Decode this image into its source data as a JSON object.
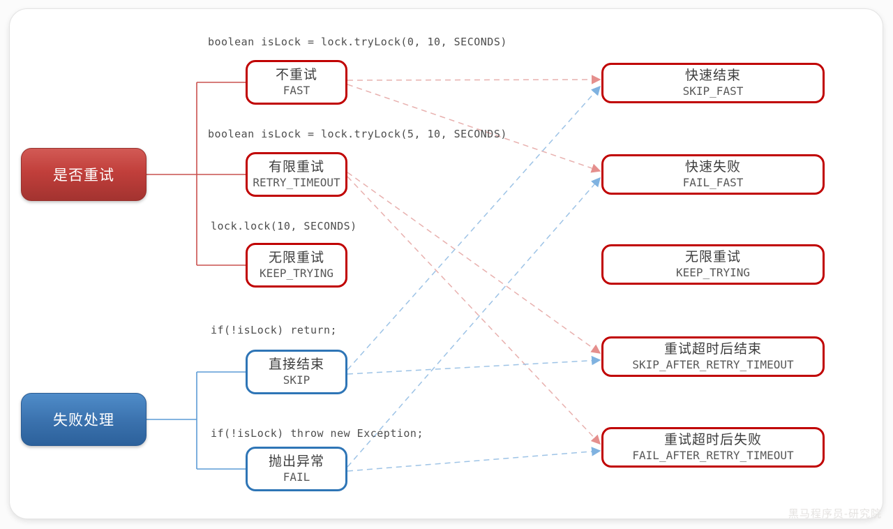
{
  "watermark": "黑马程序员-研究院",
  "colors": {
    "red_border": "#c00000",
    "blue_border": "#2e75b6",
    "red_tree_line": "#c9504e",
    "blue_tree_line": "#5b9bd5",
    "red_dashed": "#e8b0ae",
    "red_arrow": "#e58f8d",
    "blue_dashed": "#9dc3e6",
    "blue_arrow": "#7fb2e0"
  },
  "groups": [
    {
      "id": "node_retry",
      "label": "是否重试",
      "color": "red"
    },
    {
      "id": "node_fail",
      "label": "失败处理",
      "color": "blue"
    }
  ],
  "strategies": [
    {
      "id": "fast",
      "code": "boolean isLock = lock.tryLock(0, 10, SECONDS)",
      "zh": "不重试",
      "en": "FAST",
      "color": "red"
    },
    {
      "id": "retry_timeout",
      "code": "boolean isLock = lock.tryLock(5, 10, SECONDS)",
      "zh": "有限重试",
      "en": "RETRY_TIMEOUT",
      "color": "red"
    },
    {
      "id": "keep_trying",
      "code": "lock.lock(10, SECONDS)",
      "zh": "无限重试",
      "en": "KEEP_TRYING",
      "color": "red"
    },
    {
      "id": "skip",
      "code": "if(!isLock) return;",
      "zh": "直接结束",
      "en": "SKIP",
      "color": "blue"
    },
    {
      "id": "fail_throw",
      "code": "if(!isLock) throw new Exception;",
      "zh": "抛出异常",
      "en": "FAIL",
      "color": "blue"
    }
  ],
  "outcomes": [
    {
      "id": "skip_fast",
      "zh": "快速结束",
      "en": "SKIP_FAST"
    },
    {
      "id": "fail_fast",
      "zh": "快速失败",
      "en": "FAIL_FAST"
    },
    {
      "id": "keep_trying_outcome",
      "zh": "无限重试",
      "en": "KEEP_TRYING"
    },
    {
      "id": "skip_after_retry_timeout",
      "zh": "重试超时后结束",
      "en": "SKIP_AFTER_RETRY_TIMEOUT"
    },
    {
      "id": "fail_after_retry_timeout",
      "zh": "重试超时后失败",
      "en": "FAIL_AFTER_RETRY_TIMEOUT"
    }
  ],
  "trees": [
    {
      "from": "node_retry",
      "targets": [
        "fast",
        "retry_timeout",
        "keep_trying"
      ],
      "color": "red"
    },
    {
      "from": "node_fail",
      "targets": [
        "skip",
        "fail_throw"
      ],
      "color": "blue"
    }
  ],
  "edges": [
    {
      "from": "fast",
      "to": "skip_fast",
      "color": "red",
      "sdy": -3,
      "tdy": -5
    },
    {
      "from": "fast",
      "to": "fail_fast",
      "color": "red",
      "sdy": 3,
      "tdy": -5
    },
    {
      "from": "retry_timeout",
      "to": "skip_after_retry_timeout",
      "color": "red",
      "sdy": -3,
      "tdy": -5
    },
    {
      "from": "retry_timeout",
      "to": "fail_after_retry_timeout",
      "color": "red",
      "sdy": 3,
      "tdy": -5
    },
    {
      "from": "skip",
      "to": "skip_fast",
      "color": "blue",
      "sdy": -3,
      "tdy": 5
    },
    {
      "from": "skip",
      "to": "skip_after_retry_timeout",
      "color": "blue",
      "sdy": 3,
      "tdy": 5
    },
    {
      "from": "fail_throw",
      "to": "fail_fast",
      "color": "blue",
      "sdy": -3,
      "tdy": 5
    },
    {
      "from": "fail_throw",
      "to": "fail_after_retry_timeout",
      "color": "blue",
      "sdy": 3,
      "tdy": 5
    }
  ]
}
